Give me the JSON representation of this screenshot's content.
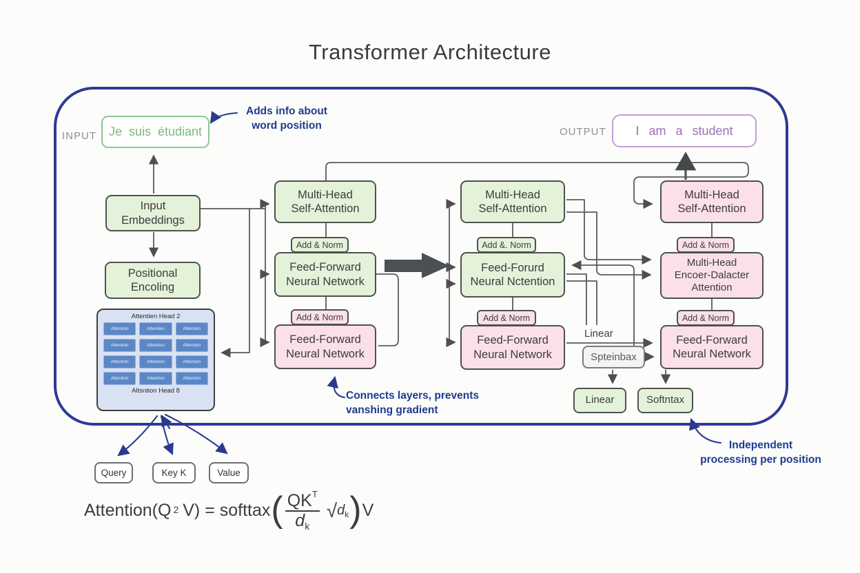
{
  "title": "Transformer Architecture",
  "colors": {
    "container_border": "#2e3a94",
    "encoder_green_fill": "#e4f2da",
    "decoder_pink_fill": "#fbe0ea",
    "attention_cell_blue": "#5b87c7",
    "annotation_navy": "#1e3a8f",
    "input_border_green": "#8cc98c",
    "output_border_purple": "#c19fd4",
    "connector_gray": "#5a5a5a"
  },
  "input": {
    "label": "INPUT",
    "text": "Je suis étudiant"
  },
  "output": {
    "label": "OUTPUT",
    "text": "I am a student"
  },
  "annotations": {
    "word_position": "Adds info about\nword position",
    "residual": "Connects layers, prevents\nvanshing gradient",
    "independent": "Independent\nprocessing per position"
  },
  "left_column": {
    "input_embeddings": "Input\nEmbeddings",
    "positional_encoding": "Positional\nEncoling"
  },
  "attention_grid": {
    "top_label": "Attentien Head 2",
    "bottom_label": "Altsntion Head 8",
    "cell_label": "Attention"
  },
  "encoder1": {
    "attention": "Multi-Head\nSelf-Attention",
    "add_norm_1": "Add & Norm",
    "ffn1": "Feed-Forward\nNeural Network",
    "add_norm_2": "Add & Norm",
    "ffn2": "Feed-Forward\nNeural Network"
  },
  "encoder2": {
    "attention": "Multi-Head\nSelf-Attention",
    "add_norm_1": "Add &. Norm",
    "ffn1": "Feed-Forurd\nNeural Nctention",
    "add_norm_2": "Add & Norm",
    "ffn2": "Feed-Forward\nNeural Network"
  },
  "decoder": {
    "attention": "Multi-Head\nSelf-Attention",
    "add_norm_1": "Add & Norm",
    "cross_attention": "Multi-Head\nEncoer-Dalacter\nAttention",
    "add_norm_2": "Add & Norm",
    "ffn": "Feed-Forward\nNeural Network"
  },
  "output_head": {
    "linear_label": "Linear",
    "softmax_small": "Spteinbax",
    "linear_box": "Linear",
    "softmax_box": "Softntax"
  },
  "qkv": {
    "query": "Query",
    "key": "Key K",
    "value": "Value"
  },
  "formula": {
    "lhs": "Attention(Q",
    "sup2": "2",
    "mid": "V) = softtax",
    "paren_open": "(",
    "num_base": "QK",
    "num_sup": "T",
    "den_base": "d",
    "den_sub": "k",
    "radical": "√",
    "rad_base": "d",
    "rad_sub": "k",
    "paren_close": ")",
    "tail": "V"
  }
}
